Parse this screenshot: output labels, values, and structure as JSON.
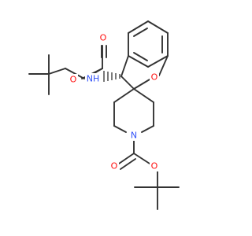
{
  "atoms": {
    "o_furan": {
      "text": "O",
      "color": "#ff0d0d"
    },
    "o_carbamate_carbonyl": {
      "text": "O",
      "color": "#ff0d0d"
    },
    "o_carbamate_ester": {
      "text": "O",
      "color": "#ff0d0d"
    },
    "nh_carbamate": {
      "text": "NH",
      "color": "#3050f8"
    },
    "n_piperidine": {
      "text": "N",
      "color": "#3050f8"
    },
    "o_boc_carbonyl": {
      "text": "O",
      "color": "#ff0d0d"
    },
    "o_boc_ester": {
      "text": "O",
      "color": "#ff0d0d"
    }
  }
}
